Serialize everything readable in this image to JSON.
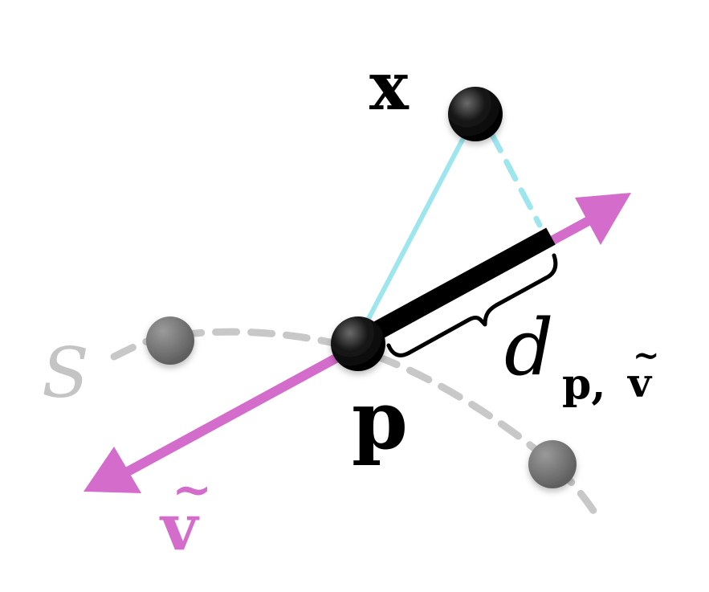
{
  "labels": {
    "point_x": "x",
    "point_p": "p",
    "set_s": "S",
    "vector_v": "v",
    "vector_v_tilde": "~",
    "distance_d": "d",
    "distance_subscript": "p,",
    "distance_subscript_v": "v",
    "distance_subscript_tilde": "~"
  },
  "colors": {
    "magenta_arrow": "#D46CCB",
    "black_segment": "#000000",
    "cyan_line": "#9EE6EE",
    "gray_curve": "#C8C8C8",
    "gray_point": "#707070",
    "black_point": "#111111",
    "label_gray": "#C4C4C4"
  }
}
